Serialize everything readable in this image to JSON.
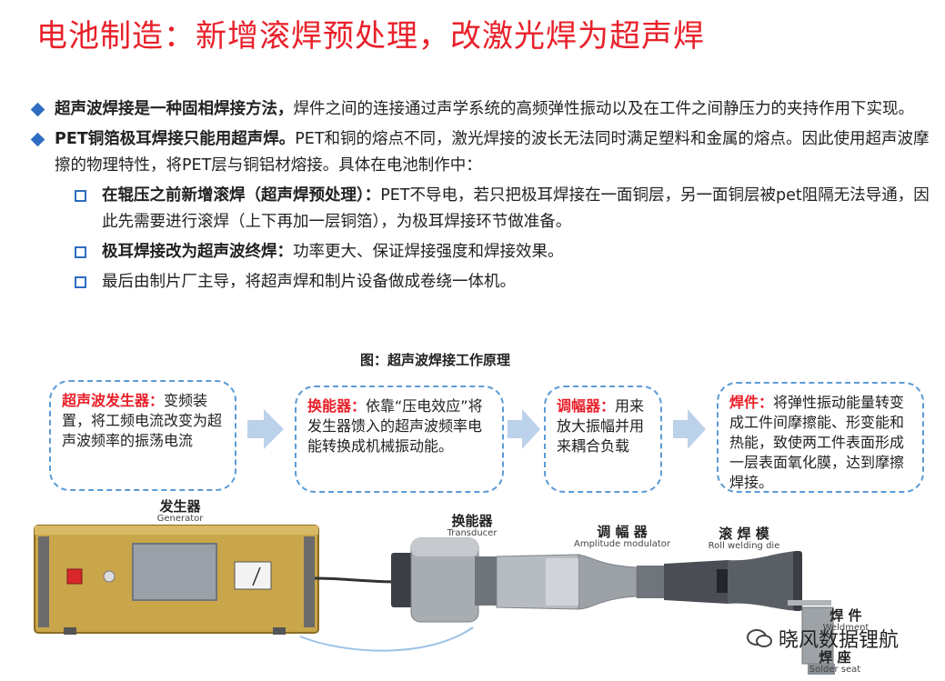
{
  "title": "电池制造：新增滚焊预处理，改激光焊为超声焊",
  "bullets": [
    {
      "bold": "超声波焊接是一种固相焊接方法，",
      "text": "焊件之间的连接通过声学系统的高频弹性振动以及在工件之间静压力的夹持作用下实现。"
    },
    {
      "bold": "PET铜箔极耳焊接只能用超声焊。",
      "text": "PET和铜的熔点不同，激光焊接的波长无法同时满足塑料和金属的熔点。因此使用超声波摩擦的物理特性，将PET层与铜铝材熔接。具体在电池制作中："
    }
  ],
  "subbullets": [
    {
      "bold": "在辊压之前新增滚焊（超声焊预处理）：",
      "text": "PET不导电，若只把极耳焊接在一面铜层，另一面铜层被pet阻隔无法导通，因此先需要进行滚焊（上下再加一层铜箔），为极耳焊接环节做准备。"
    },
    {
      "bold": "极耳焊接改为超声波终焊：",
      "text": "功率更大、保证焊接强度和焊接效果。"
    },
    {
      "bold": "",
      "text": "最后由制片厂主导，将超声焊和制片设备做成卷绕一体机。"
    }
  ],
  "diagram": {
    "title": "图：超声波焊接工作原理",
    "boxes": [
      {
        "head": "超声波发生器：",
        "text": "变频装置，将工频电流改变为超声波频率的振荡电流"
      },
      {
        "head": "换能器：",
        "text": "依靠“压电效应”将发生器馈入的超声波频率电能转换成机械振动能。"
      },
      {
        "head": "调幅器：",
        "text": "用来放大振幅并用来耦合负载"
      },
      {
        "head": "焊件：",
        "text": "将弹性振动能量转变成工件间摩擦能、形变能和热能，致使两工件表面形成一层表面氧化膜，达到摩擦焊接。"
      }
    ],
    "labels": {
      "generator": "发生器",
      "generator_en": "Generator",
      "transducer": "换能器",
      "transducer_en": "Transducer",
      "amplitude": "调 幅 器",
      "amplitude_en": "Amplitude modulator",
      "roll": "滚 焊 模",
      "roll_en": "Roll welding die",
      "weldment": "焊 件",
      "weldment_en": "Weldment",
      "solder": "焊 座",
      "solder_en": "Solder seat"
    }
  },
  "watermark": "晓风数据锂航",
  "colors": {
    "title": "#e8202a",
    "accent": "#2e6dc2",
    "box_border": "#5b9bd5",
    "generator_body": "#c9a64a"
  }
}
